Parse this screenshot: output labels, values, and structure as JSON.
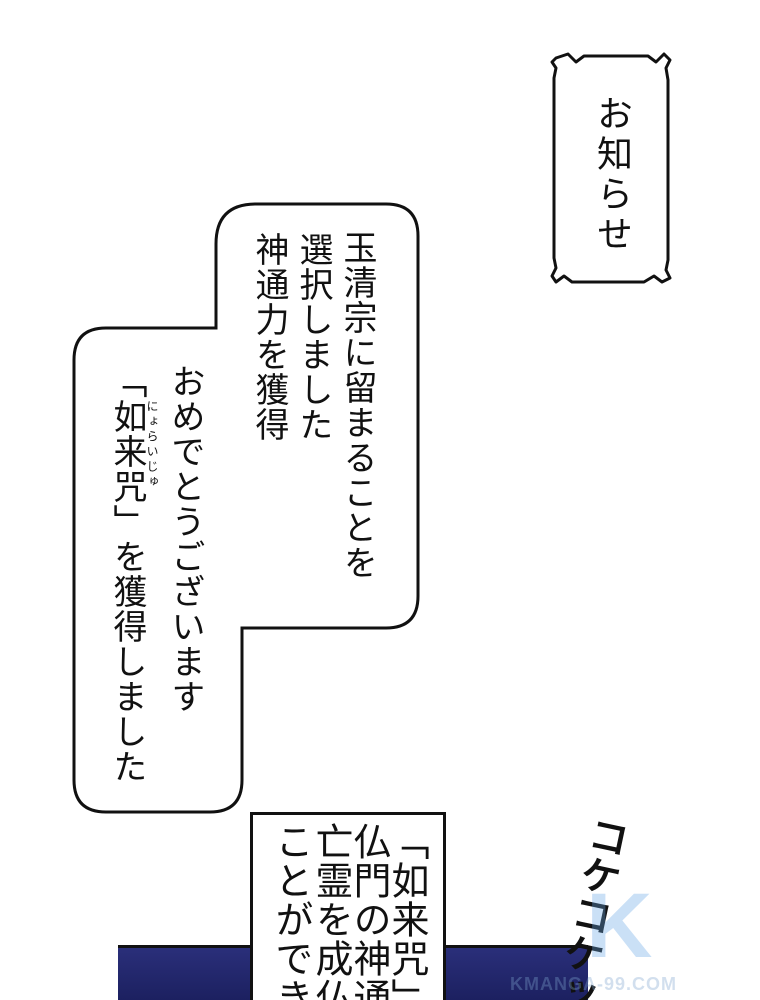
{
  "notice": {
    "title": "お知らせ"
  },
  "bubble": {
    "line1": "玉清宗に留まることを",
    "line2": "選択しました",
    "line3": "神通力を獲得",
    "line4": "おめでとうございます",
    "ruby": "にょらいじゅ",
    "line5": "「如来咒」を獲得しました"
  },
  "caption": {
    "line1": "「如来咒」",
    "line2": "仏門の神通",
    "line3": "亡霊を成仏",
    "line4": "ことができ"
  },
  "sfx": "コケコケッ",
  "watermark": {
    "letter": "K",
    "text": "KMANGA-99.COM"
  },
  "colors": {
    "ink": "#111111",
    "art_navy": "#1a1e5c",
    "watermark_blue": "#6aa8e6"
  }
}
